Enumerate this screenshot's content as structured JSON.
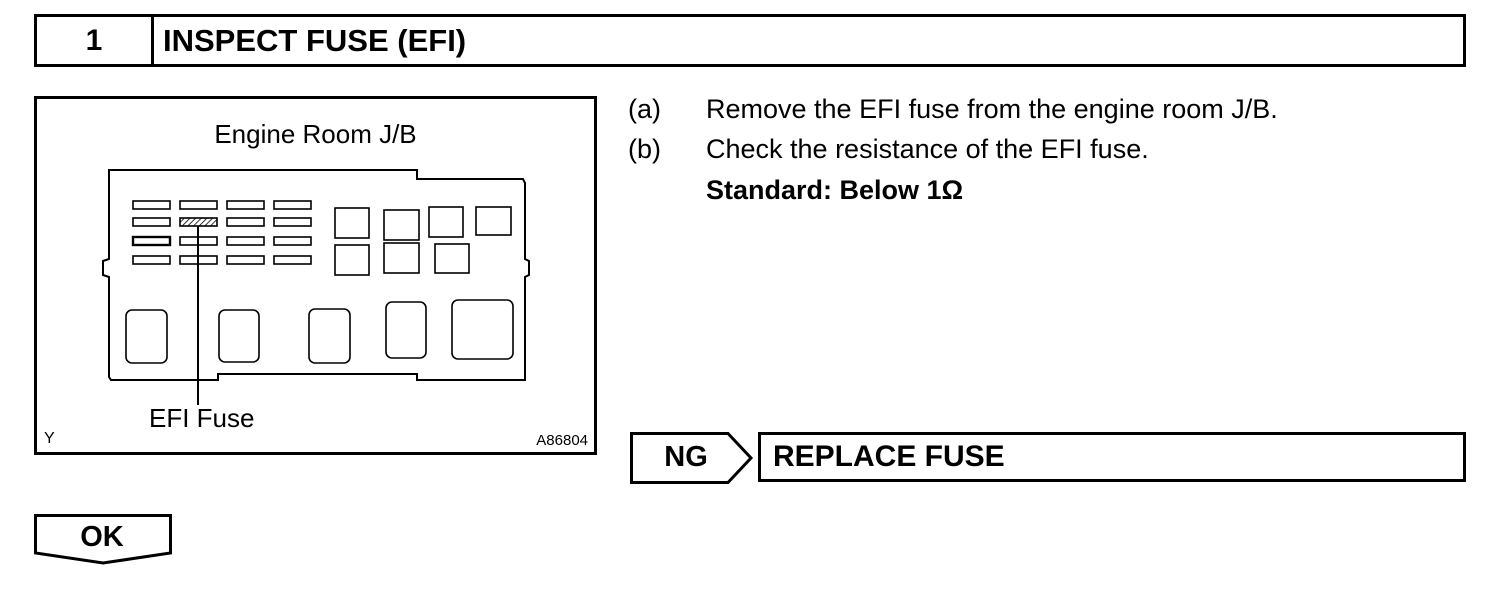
{
  "step": {
    "number": "1",
    "title": "INSPECT FUSE (EFI)"
  },
  "figure": {
    "title": "Engine Room J/B",
    "fuse_label": "EFI Fuse",
    "corner_left": "Y",
    "figure_code": "A86804"
  },
  "instructions": [
    {
      "marker": "(a)",
      "text": "Remove the EFI fuse from the engine room J/B."
    },
    {
      "marker": "(b)",
      "text": "Check the resistance of the EFI fuse."
    }
  ],
  "standard": "Standard: Below 1Ω",
  "ng_result": {
    "tag": "NG",
    "action": "REPLACE FUSE"
  },
  "ok_result": {
    "tag": "OK"
  }
}
